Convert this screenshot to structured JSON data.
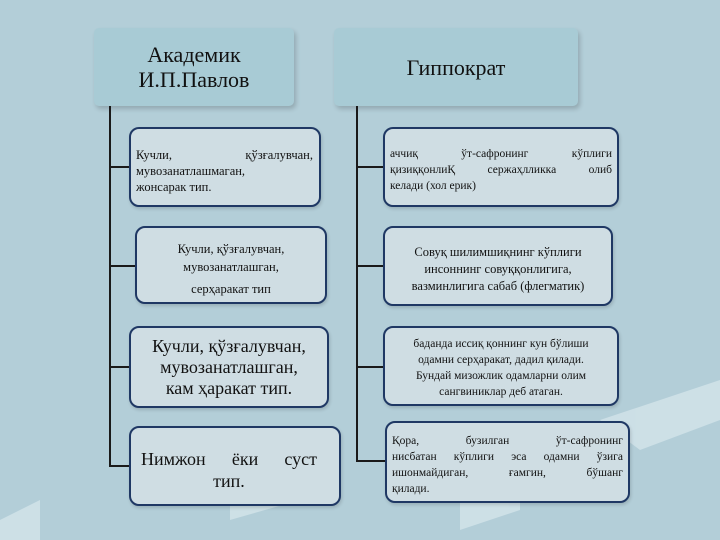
{
  "pavlov": {
    "header": [
      "Академик",
      "И.П.Павлов"
    ],
    "types": [
      {
        "lines": [
          "Кучли,          қўзғалувчан,",
          "мувозанатлашмаган,",
          "жонсарак тип."
        ]
      },
      {
        "lines": [
          "Кучли,     қўзғалувчан,",
          "мувозанатлашган,",
          "серҳаракат    тип"
        ]
      },
      {
        "lines": [
          "Кучли, қўзғалувчан,",
          "мувозанатлашган,",
          "кам ҳаракат тип."
        ]
      },
      {
        "lines": [
          "Нимжон    ёки    суст",
          "тип."
        ]
      }
    ]
  },
  "hippocrates": {
    "header": [
      "Гиппократ"
    ],
    "types": [
      {
        "lines": [
          "аччиқ      ўт-сафронинг      кўплиги",
          "қизиққонлиҚ   сержаҳлликка   олиб",
          "келади (хол ерик)"
        ]
      },
      {
        "lines": [
          "Совуқ шилимшиқнинг кўплиги",
          "инсоннинг совуққонлигига,",
          "вазминлигига сабаб (флегматик)"
        ]
      },
      {
        "lines": [
          "баданда иссиқ қоннинг кун бўлиши",
          "одамни серҳаракат, дадил қилади.",
          "Бундай мизожлик одамларни олим",
          "сангвиниклар деб атаган."
        ]
      },
      {
        "lines": [
          "Қора,       бузилган       ўт-сафронинг",
          "нисбатан   кўплиги   эса   одамни   ўзига",
          "ишонмайдиган,     ғамгин,     бўшанг",
          "қилади."
        ]
      }
    ]
  }
}
